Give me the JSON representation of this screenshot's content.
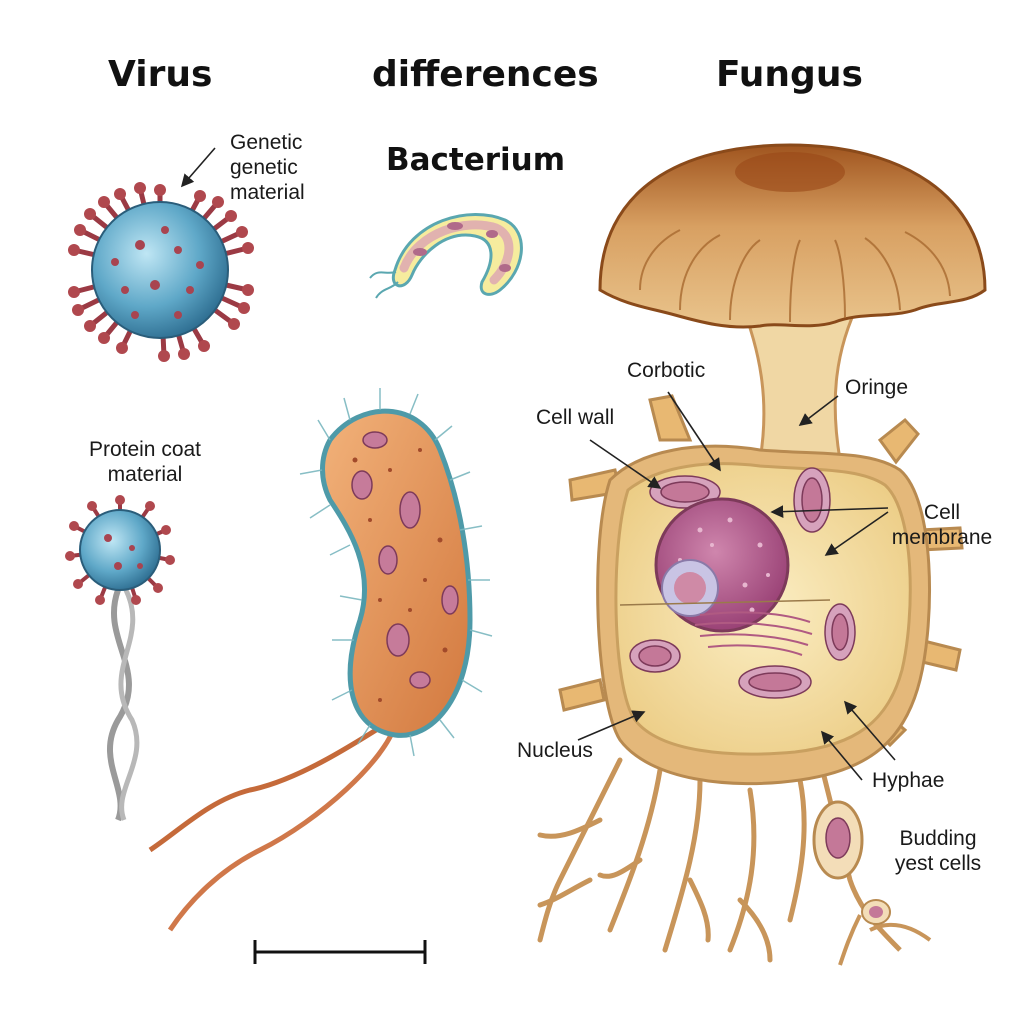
{
  "headings": {
    "virus": "Virus",
    "differences": "differences",
    "bacterium": "Bacterium",
    "fungus": "Fungus"
  },
  "labels": {
    "genetic_material": "Genetic\ngenetic\nmaterial",
    "protein_coat": "Protein coat\nmaterial",
    "corbotic": "Corbotic",
    "cell_wall": "Cell wall",
    "oringe": "Oringe",
    "cell_membrane": "Cell\nmembrane",
    "nucleus": "Nucleus",
    "hyphae": "Hyphae",
    "budding_yeast": "Budding\nyest cells"
  },
  "colors": {
    "virus_core": "#5fa8c8",
    "virus_spike": "#b0484e",
    "bacterium_body": "#e0925a",
    "bacterium_wall": "#5aa7b0",
    "fungus_cap": "#b8742e",
    "fungus_cell": "#f4dc9c",
    "nucleus": "#b05a8a",
    "organelle": "#c47898"
  }
}
